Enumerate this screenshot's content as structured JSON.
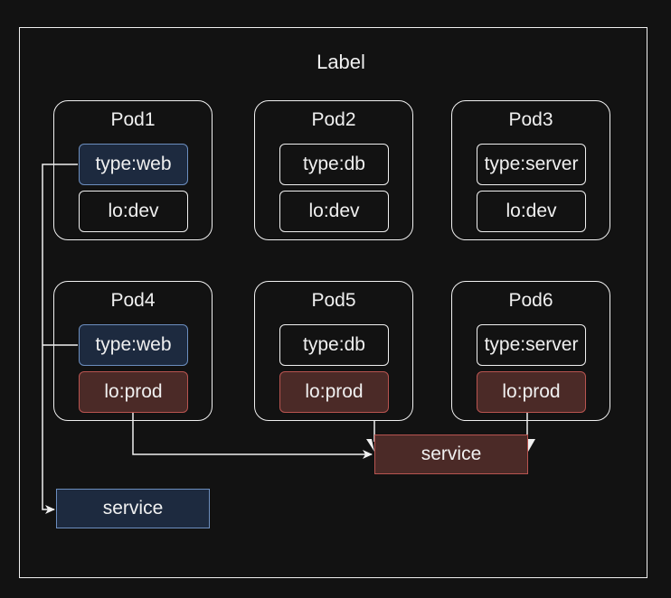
{
  "diagram": {
    "title": "Label",
    "pods": [
      {
        "name": "Pod1",
        "tags": [
          "type:web",
          "lo:dev"
        ]
      },
      {
        "name": "Pod2",
        "tags": [
          "type:db",
          "lo:dev"
        ]
      },
      {
        "name": "Pod3",
        "tags": [
          "type:server",
          "lo:dev"
        ]
      },
      {
        "name": "Pod4",
        "tags": [
          "type:web",
          "lo:prod"
        ]
      },
      {
        "name": "Pod5",
        "tags": [
          "type:db",
          "lo:prod"
        ]
      },
      {
        "name": "Pod6",
        "tags": [
          "type:server",
          "lo:prod"
        ]
      }
    ],
    "services": {
      "web": {
        "label": "service",
        "color": "#1d2a3f",
        "border": "#6c8ebf"
      },
      "prod": {
        "label": "service",
        "color": "#4b2a27",
        "border": "#b85450"
      }
    }
  }
}
